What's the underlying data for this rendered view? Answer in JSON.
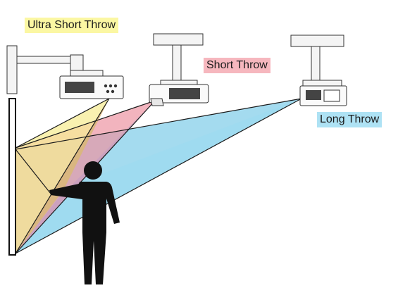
{
  "labels": {
    "ultra_short_throw": "Ultra Short Throw",
    "short_throw": "Short Throw",
    "long_throw": "Long Throw"
  },
  "colors": {
    "ultra_short_throw": "#fbf7a3",
    "short_throw": "#f6b7be",
    "long_throw": "#aee2f4",
    "ultra_short_beam": "#f2d870",
    "short_beam": "#ec94a2",
    "long_beam": "#86cfe9",
    "person": "#111111"
  }
}
